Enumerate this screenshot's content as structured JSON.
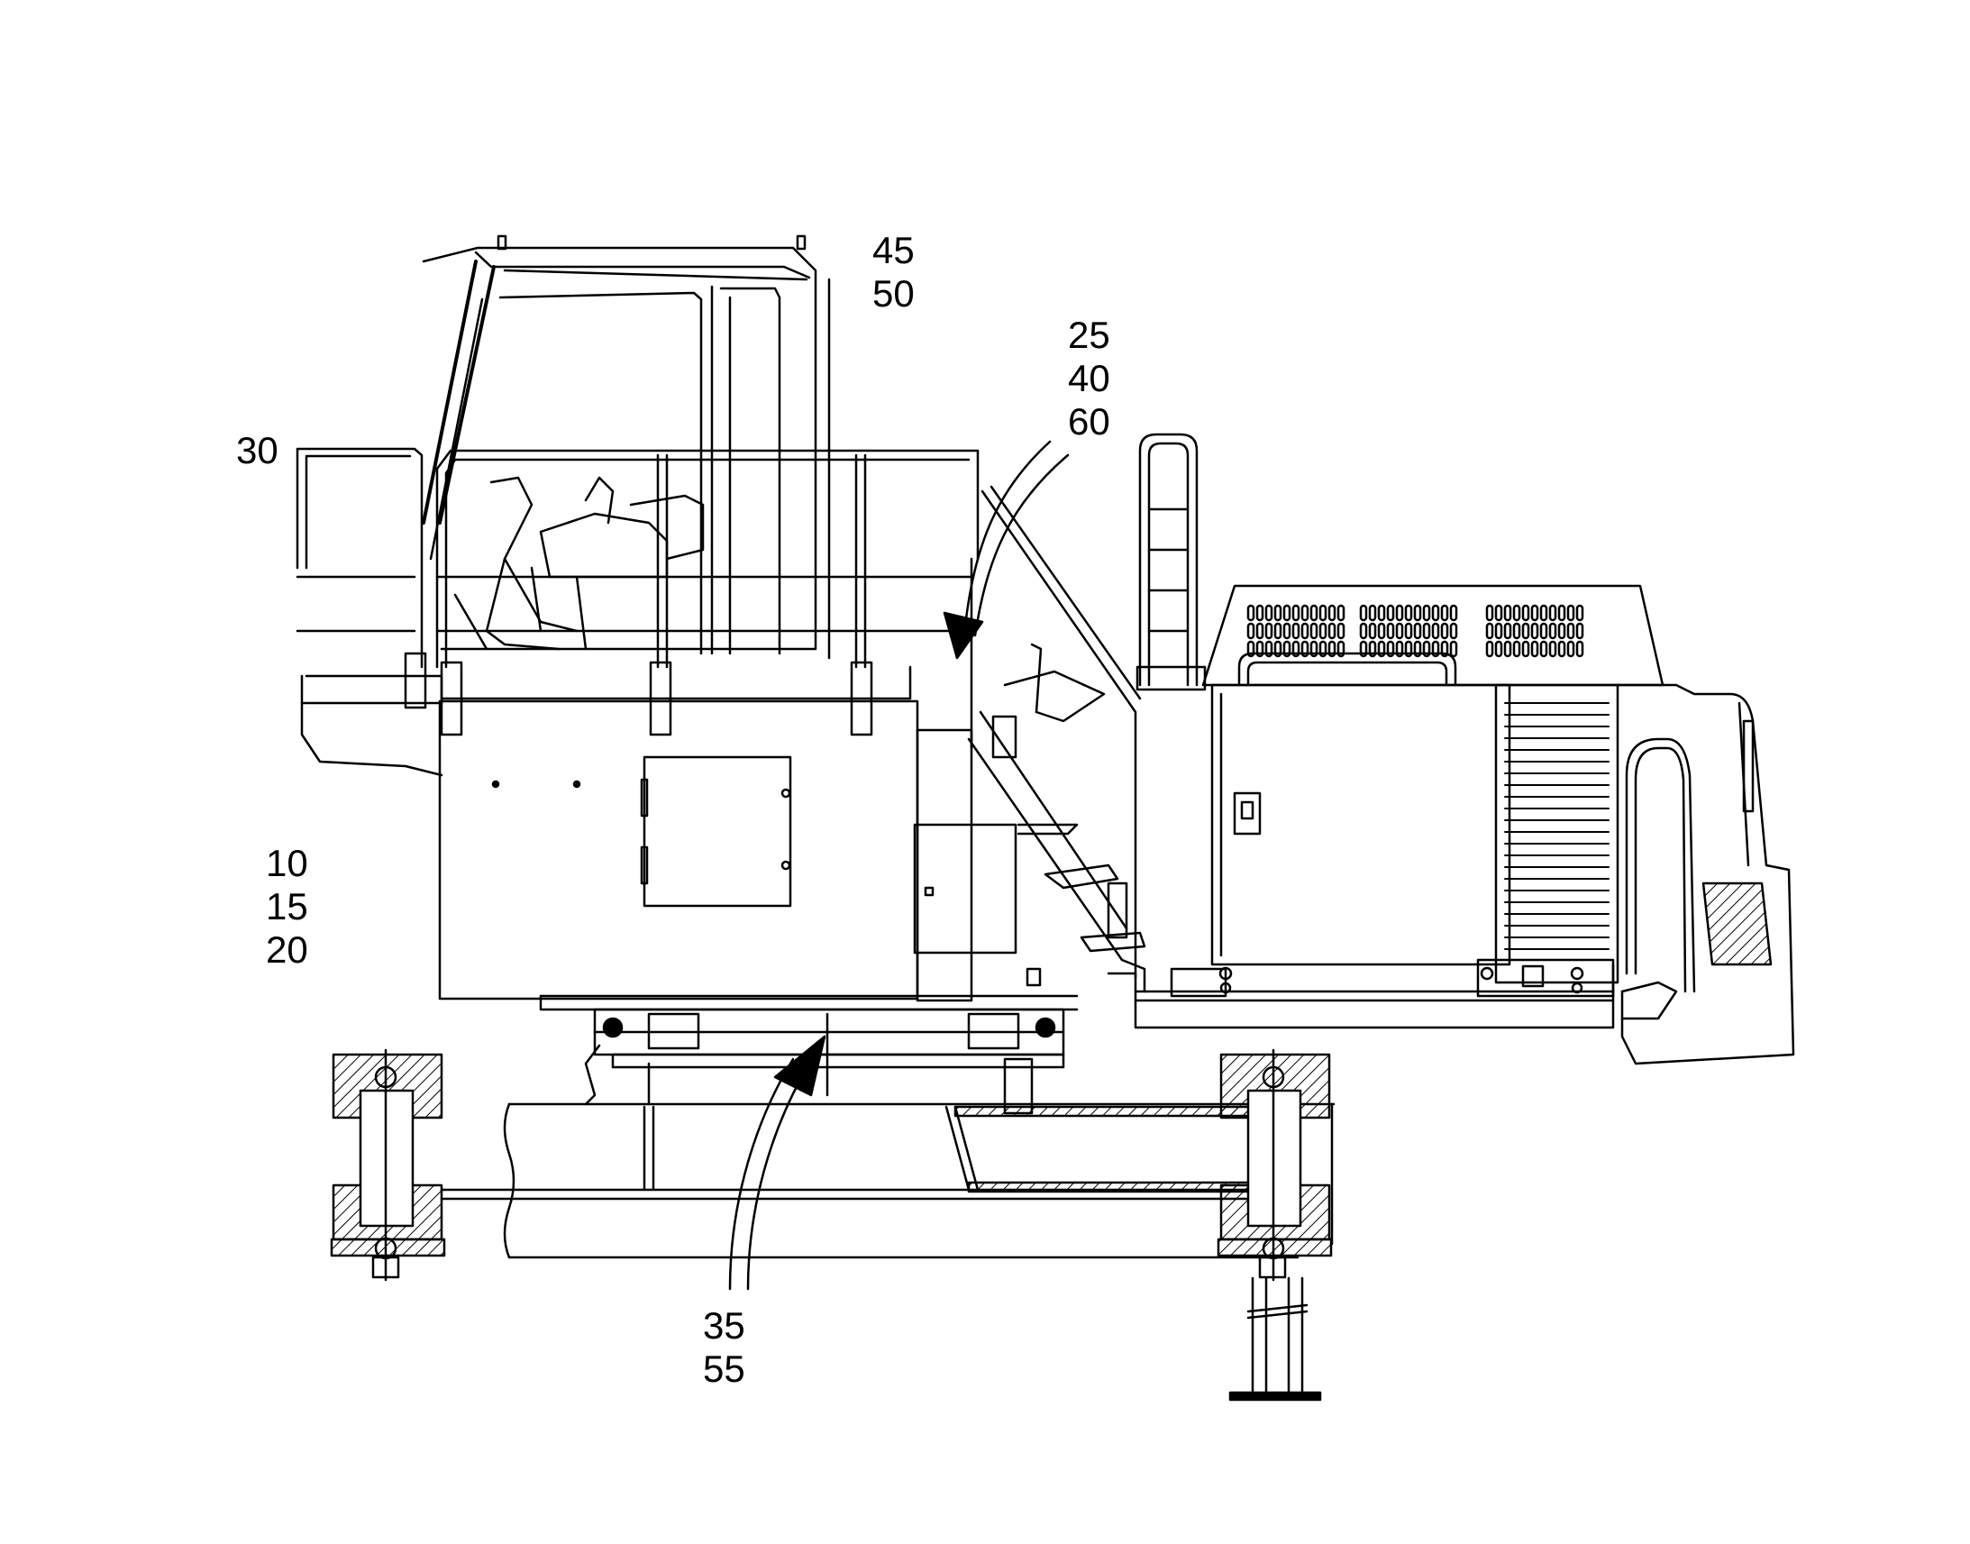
{
  "callouts": {
    "cab": [
      "45",
      "50"
    ],
    "stairs": [
      "25",
      "40",
      "60"
    ],
    "railing": [
      "30"
    ],
    "superstructure": [
      "10",
      "15",
      "20"
    ],
    "slewing_ring": [
      "35",
      "55"
    ]
  },
  "colors": {
    "ink": "#000000",
    "paper": "#ffffff",
    "hatch_fill": "#1a1a1a"
  }
}
